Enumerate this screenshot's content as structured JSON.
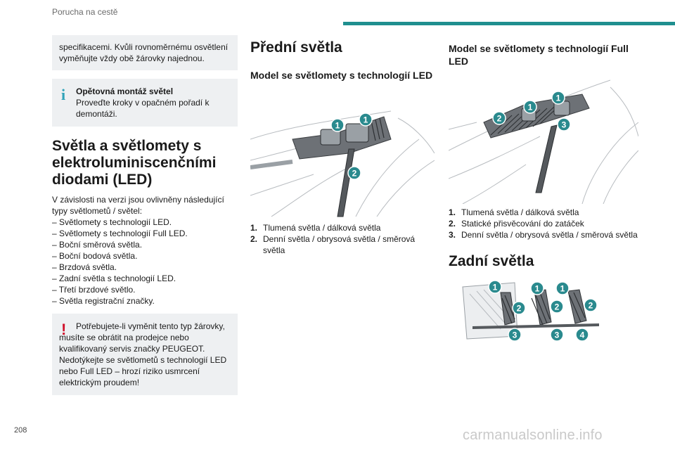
{
  "header": {
    "title": "Porucha na cestě",
    "bar_color": "#1f8f8f"
  },
  "col1": {
    "intro": "specifikacemi. Kvůli rovnoměrnému osvětlení vyměňujte vždy obě žárovky najednou.",
    "info_box": {
      "icon": "info-icon",
      "title": "Opětovná montáž světel",
      "text": "Proveďte kroky v opačném pořadí k demontáži."
    },
    "heading": "Světla a světlomety s elektroluminiscenčními diodami (LED)",
    "lead": "V závislosti na verzi jsou ovlivněny následující typy světlometů / světel:",
    "list": [
      "– Světlomety s technologií LED.",
      "– Světlomety s technologií Full LED.",
      "– Boční směrová světla.",
      "– Boční bodová světla.",
      "– Brzdová světla.",
      "– Zadní světla s technologií LED.",
      "– Třetí brzdové světlo.",
      "– Světla registrační značky."
    ],
    "warning_box": {
      "icon": "warning-icon",
      "text": "Potřebujete-li vyměnit tento typ žárovky, musíte se obrátit na prodejce nebo kvalifikovaný servis značky PEUGEOT. Nedotýkejte se světlometů s technologií LED nebo Full LED – hrozí riziko usmrcení elektrickým proudem!"
    }
  },
  "col2": {
    "heading": "Přední světla",
    "subheading": "Model se světlomety s technologií LED",
    "callouts": [
      "1",
      "1",
      "2"
    ],
    "items": [
      {
        "num": "1.",
        "text": "Tlumená světla / dálková světla"
      },
      {
        "num": "2.",
        "text": "Denní světla / obrysová světla / směrová světla"
      }
    ]
  },
  "col3": {
    "subheading": "Model se světlomety s technologií Full LED",
    "callouts": [
      "1",
      "1",
      "2",
      "3"
    ],
    "items": [
      {
        "num": "1.",
        "text": "Tlumená světla / dálková světla"
      },
      {
        "num": "2.",
        "text": "Statické přisvěcování do zatáček"
      },
      {
        "num": "3.",
        "text": "Denní světla / obrysová světla / směrová světla"
      }
    ],
    "heading_rear": "Zadní světla",
    "rear_callouts": [
      "1",
      "1",
      "1",
      "2",
      "2",
      "2",
      "3",
      "3",
      "4"
    ]
  },
  "footer": {
    "page_number": "208",
    "watermark": "carmanualsonline.info"
  },
  "colors": {
    "callout": "#2a8a8e",
    "info": "#2fa2b8",
    "warning": "#d0112b",
    "box_bg": "#eef0f2"
  }
}
